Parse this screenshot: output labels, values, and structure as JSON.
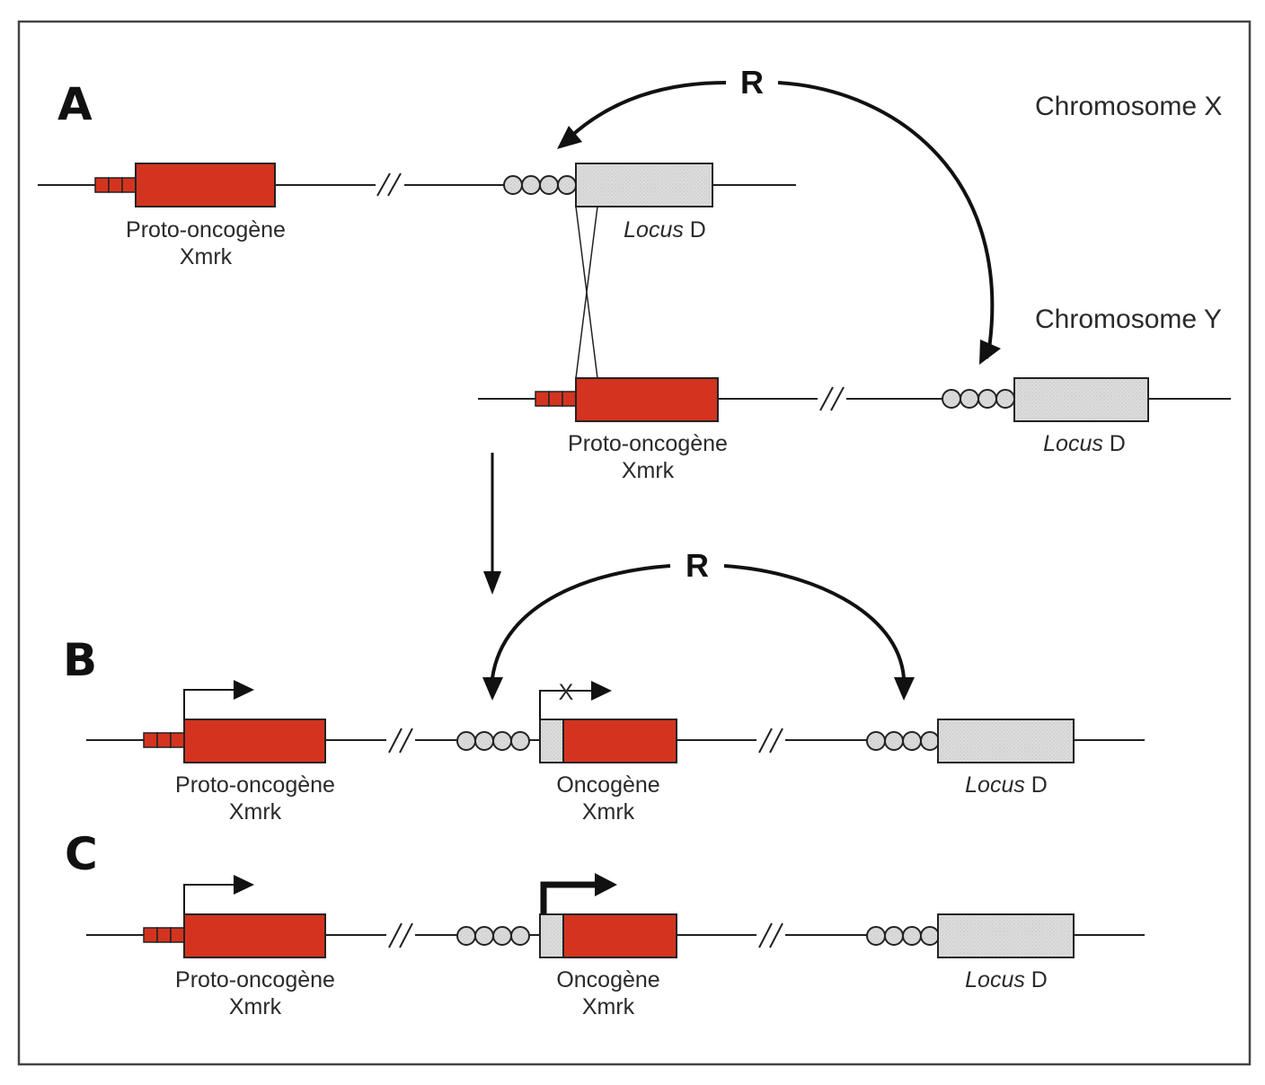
{
  "figure": {
    "colors": {
      "oncogene_red": "#d4341f",
      "locus_gray": "#d8d8d8",
      "line": "#222222",
      "frame": "#444444"
    },
    "regulator_label": "R",
    "panels": {
      "A": {
        "label": "A",
        "chromosome_x_label": "Chromosome X",
        "chromosome_y_label": "Chromosome Y",
        "x_protooncogene": {
          "line1": "Proto-oncogène",
          "line2": "Xmrk"
        },
        "x_locus": {
          "italic": "Locus",
          "suffix": " D"
        },
        "y_protooncogene": {
          "line1": "Proto-oncogène",
          "line2": "Xmrk"
        },
        "y_locus": {
          "italic": "Locus",
          "suffix": " D"
        }
      },
      "B": {
        "label": "B",
        "protooncogene": {
          "line1": "Proto-oncogène",
          "line2": "Xmrk"
        },
        "oncogene": {
          "line1": "Oncogène",
          "line2": "Xmrk",
          "transcription": "blocked"
        },
        "locus": {
          "italic": "Locus",
          "suffix": " D"
        },
        "blocked_mark": "X"
      },
      "C": {
        "label": "C",
        "protooncogene": {
          "line1": "Proto-oncogène",
          "line2": "Xmrk"
        },
        "oncogene": {
          "line1": "Oncogène",
          "line2": "Xmrk",
          "transcription": "strong"
        },
        "locus": {
          "italic": "Locus",
          "suffix": " D"
        }
      }
    }
  }
}
